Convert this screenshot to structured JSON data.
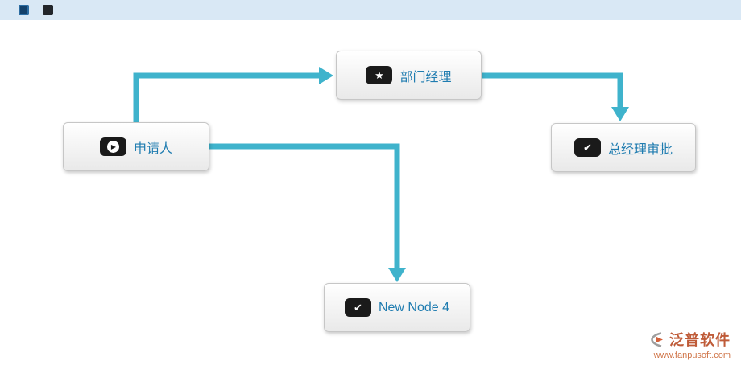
{
  "topbar": {
    "icon_names": [
      "app-grid-icon",
      "app-tool-icon"
    ]
  },
  "glyphs": {
    "play": "▶",
    "star": "★",
    "check": "✔"
  },
  "nodes": [
    {
      "id": "applicant",
      "label": "申请人",
      "icon": "play-icon"
    },
    {
      "id": "dept-manager",
      "label": "部门经理",
      "icon": "star-icon"
    },
    {
      "id": "gm-approval",
      "label": "总经理审批",
      "icon": "check-icon"
    },
    {
      "id": "new-node-4",
      "label": "New Node 4",
      "icon": "check-icon"
    }
  ],
  "connections": [
    {
      "from": "applicant",
      "to": "dept-manager"
    },
    {
      "from": "dept-manager",
      "to": "gm-approval"
    },
    {
      "from": "applicant",
      "to": "new-node-4"
    }
  ],
  "colors": {
    "connector": "#3fb3cc",
    "node_label": "#1f7cb0",
    "badge_bg": "#1a1a1a",
    "topbar_bg": "#d9e8f5",
    "brand": "#bf5b38"
  },
  "watermark": {
    "brand": "泛普软件",
    "url": "www.fanpusoft.com"
  }
}
